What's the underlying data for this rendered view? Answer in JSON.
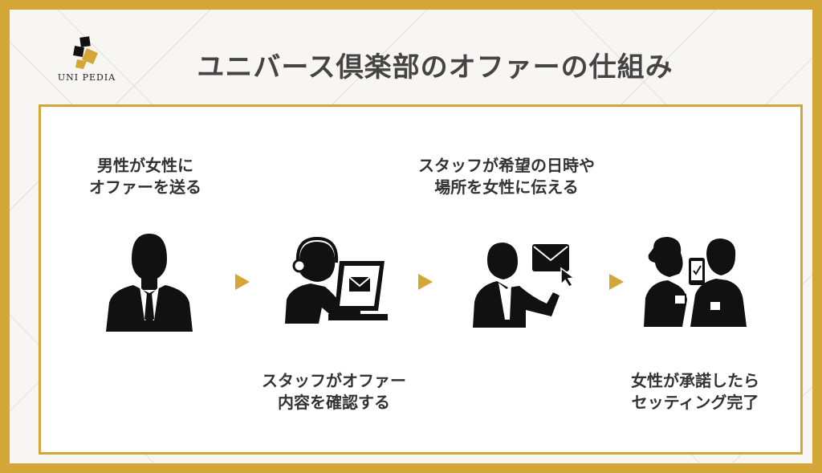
{
  "brand": {
    "name": "UNI PEDIA"
  },
  "title": "ユニバース倶楽部のオファーの仕組み",
  "steps": [
    {
      "line1": "男性が女性に",
      "line2": "オファーを送る"
    },
    {
      "line1": "スタッフがオファー",
      "line2": "内容を確認する"
    },
    {
      "line1": "スタッフが希望の日時や",
      "line2": "場所を女性に伝える"
    },
    {
      "line1": "女性が承諾したら",
      "line2": "セッティング完了"
    }
  ],
  "icons": [
    "businessman-silhouette-icon",
    "operator-with-laptop-icon",
    "man-with-envelope-icon",
    "couple-with-phone-icon",
    "triangle-arrow-icon"
  ],
  "colors": {
    "accent": "#d4a537",
    "title_text": "#444444",
    "caption_text": "#333333",
    "background": "#f7f6f2",
    "silhouette": "#111111"
  }
}
